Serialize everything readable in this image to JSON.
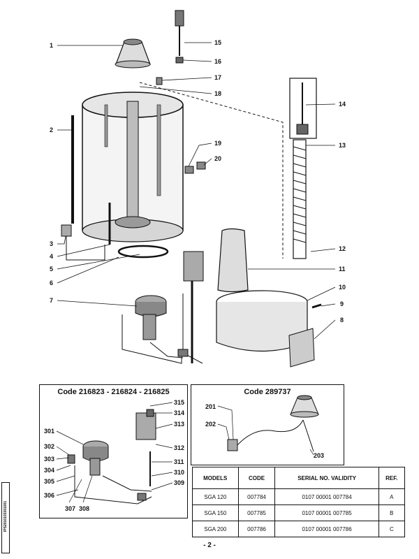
{
  "main_callouts": [
    "1",
    "2",
    "3",
    "4",
    "5",
    "6",
    "7",
    "8",
    "9",
    "10",
    "11",
    "12",
    "13",
    "14",
    "15",
    "16",
    "17",
    "18",
    "19",
    "20"
  ],
  "inset_left": {
    "title": "Code 216823 - 216824 - 216825",
    "callouts": [
      "301",
      "302",
      "303",
      "304",
      "305",
      "306",
      "307",
      "308",
      "309",
      "310",
      "311",
      "312",
      "313",
      "314",
      "315"
    ]
  },
  "inset_right": {
    "title": "Code 289737",
    "callouts": [
      "201",
      "202",
      "203"
    ]
  },
  "table": {
    "headers": [
      "MODELS",
      "CODE",
      "SERIAL NO. VALIDITY",
      "REF."
    ],
    "rows": [
      {
        "model": "SGA 120",
        "code": "007784",
        "serial": "0107 00001 007784",
        "ref": "A"
      },
      {
        "model": "SGA 150",
        "code": "007785",
        "serial": "0107 00001 007785",
        "ref": "B"
      },
      {
        "model": "SGA 200",
        "code": "007786",
        "serial": "0107 00001 007786",
        "ref": "C"
      }
    ]
  },
  "side_code": "IPS2010103301001",
  "page_number": "- 2 -"
}
